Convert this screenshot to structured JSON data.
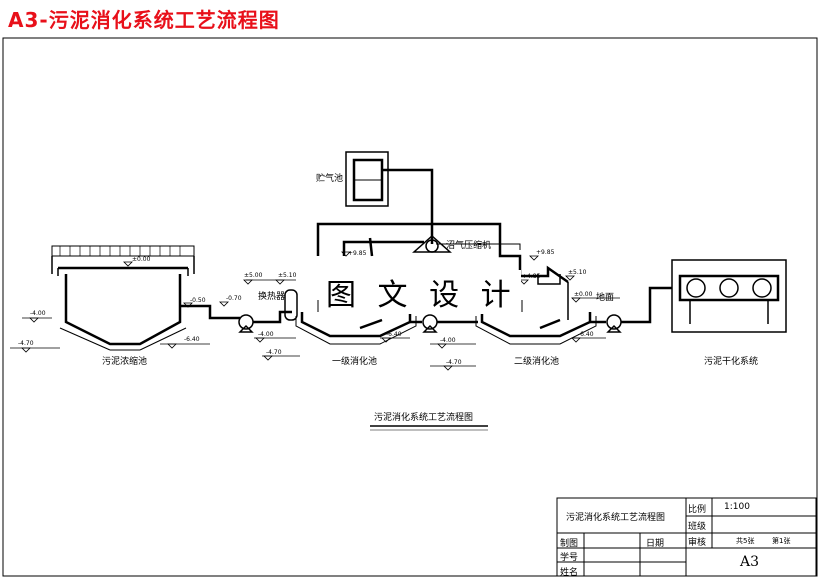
{
  "header": {
    "title": "A3-污泥消化系统工艺流程图"
  },
  "watermark": "图 文 设 计",
  "units": {
    "thickener": "污泥浓缩池",
    "heat_exchanger": "换热器",
    "digester1": "一级消化池",
    "digester2": "二级消化池",
    "gas_holder": "贮气池",
    "compressor": "沼气压缩机",
    "dryer": "污泥干化系统",
    "ground": "地面"
  },
  "levels": {
    "thickener_top": "±0.00",
    "thickener_left": "-4.00",
    "thickener_bottom_left": "-4.70",
    "thickener_bottom_right": "-6.40",
    "pipe_a": "-0.50",
    "pipe_b": "-0.70",
    "l_500": "±5.00",
    "l_510": "±5.10",
    "pump1_a": "-4.00",
    "pump1_b": "-4.70",
    "d1_top": "+9.85",
    "d1_right": "-6.40",
    "d2_pump_a": "-4.00",
    "d2_pump_b": "-4.70",
    "d2_top": "+9.85",
    "d2_tank": "+4.85",
    "l_510b": "±5.10",
    "ground_level": "±0.00",
    "d2_right": "-6.40"
  },
  "caption": "污泥消化系统工艺流程图",
  "title_block": {
    "drawing_name": "污泥消化系统工艺流程图",
    "scale_label": "比例",
    "scale_value": "1:100",
    "class_label": "班级",
    "review_label": "审核",
    "sheets": "共5张",
    "sheet_no": "第1张",
    "draw_label": "制图",
    "date_label": "日期",
    "student_id_label": "学号",
    "name_label": "姓名",
    "paper_size": "A3"
  }
}
